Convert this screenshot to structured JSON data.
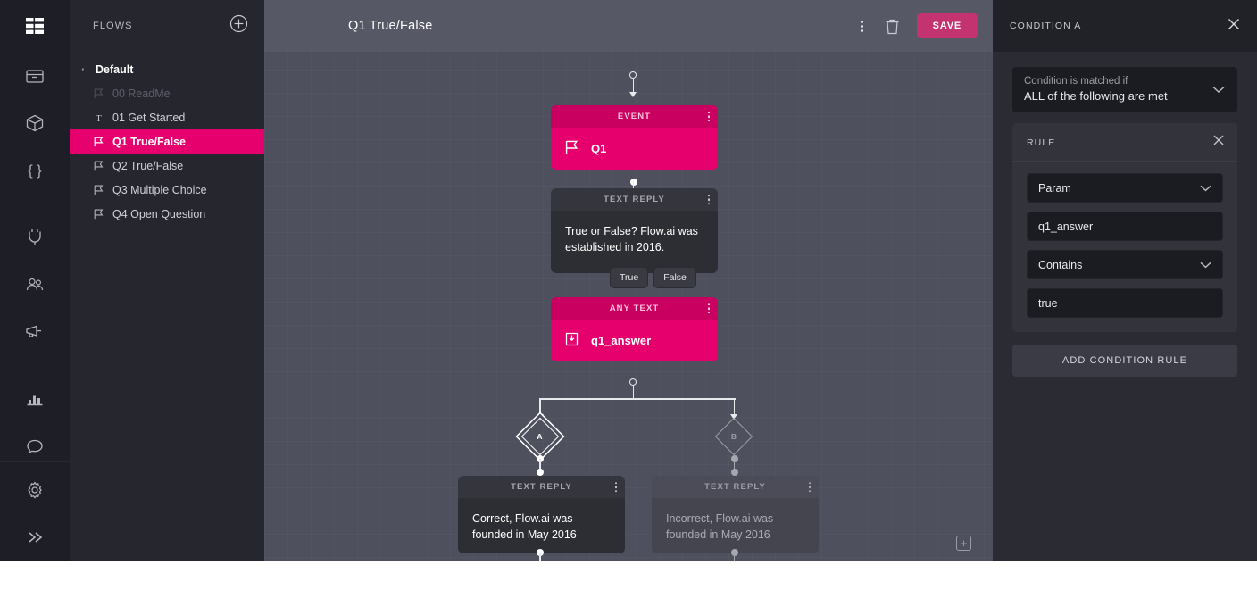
{
  "rail": {
    "logo_icon": "menu-sliders-icon",
    "items": [
      {
        "icon": "inbox-icon",
        "name": "inbox"
      },
      {
        "icon": "cube-icon",
        "name": "modules"
      },
      {
        "icon": "braces-icon",
        "name": "code"
      },
      {
        "icon": "plug-icon",
        "name": "integrations"
      },
      {
        "icon": "users-icon",
        "name": "audience"
      },
      {
        "icon": "megaphone-icon",
        "name": "broadcast"
      },
      {
        "icon": "bar-chart-icon",
        "name": "analytics"
      },
      {
        "icon": "chat-bubble-icon",
        "name": "messages"
      }
    ],
    "bottom": [
      {
        "icon": "gear-icon",
        "name": "settings"
      },
      {
        "icon": "chevron-double-right-icon",
        "name": "expand"
      }
    ]
  },
  "flows": {
    "title": "FLOWS",
    "add_icon": "plus-circle-icon",
    "items": [
      {
        "label": "Default",
        "icon": "caret-dot",
        "state": "group"
      },
      {
        "label": "00 ReadMe",
        "icon": "flag-icon",
        "state": "dim"
      },
      {
        "label": "01 Get Started",
        "icon": "text-icon",
        "state": "normal"
      },
      {
        "label": "Q1 True/False",
        "icon": "flag-icon",
        "state": "selected"
      },
      {
        "label": "Q2 True/False",
        "icon": "flag-icon",
        "state": "normal"
      },
      {
        "label": "Q3 Multiple Choice",
        "icon": "flag-icon",
        "state": "normal"
      },
      {
        "label": "Q4 Open Question",
        "icon": "flag-icon",
        "state": "normal"
      }
    ]
  },
  "topbar": {
    "title": "Q1 True/False",
    "more_icon": "kebab-menu-icon",
    "delete_icon": "trash-icon",
    "save_label": "SAVE"
  },
  "canvas": {
    "nodes": [
      {
        "id": "event",
        "header": "EVENT",
        "text": "Q1",
        "icon": "flag-icon"
      },
      {
        "id": "reply1",
        "header": "TEXT REPLY",
        "text": "True or False? Flow.ai was established in 2016."
      },
      {
        "id": "anytext",
        "header": "ANY TEXT",
        "text": "q1_answer",
        "icon": "save-param-icon"
      },
      {
        "id": "reply-a",
        "header": "TEXT REPLY",
        "text": "Correct, Flow.ai was founded in May 2016"
      },
      {
        "id": "reply-b",
        "header": "TEXT REPLY",
        "text": "Incorrect, Flow.ai was founded in May 2016"
      }
    ],
    "quick_replies": [
      "True",
      "False"
    ],
    "branches": [
      {
        "label": "A",
        "selected": true
      },
      {
        "label": "B",
        "selected": false
      }
    ],
    "add_node_label": "+"
  },
  "right_panel": {
    "title": "CONDITION A",
    "close_icon": "close-icon",
    "match_label": "Condition is matched if",
    "match_value": "ALL of the following are met",
    "rule": {
      "title": "RULE",
      "close_icon": "close-icon",
      "source_type": "Param",
      "param_name": "q1_answer",
      "operator": "Contains",
      "value": "true"
    },
    "add_rule_label": "ADD CONDITION RULE"
  },
  "colors": {
    "accent_pink": "#e5006d",
    "accent_pink_dark": "#c9005f",
    "save_button": "#c2336f",
    "canvas_bg": "#4f505e",
    "topbar_bg": "#575865",
    "rail_bg": "#1e1f26",
    "flows_bg": "#25262e",
    "panel_bg": "#2a2b33"
  }
}
